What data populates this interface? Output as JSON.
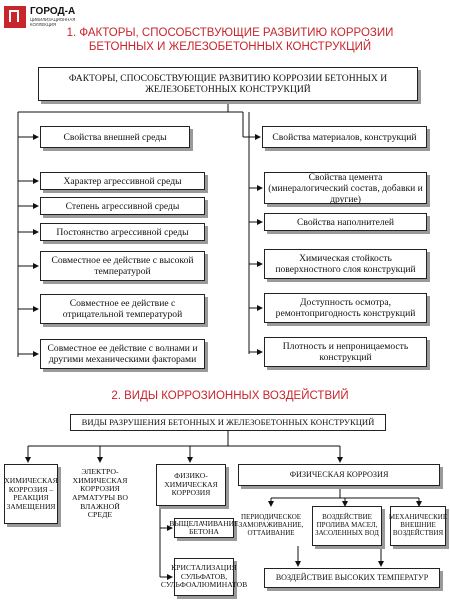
{
  "brand": {
    "name": "ГОРОД-А",
    "tagline": "ЦИВИЛИЗАЦИОННАЯ КОЛЛЕКЦИЯ"
  },
  "section1": {
    "title_line1": "1. ФАКТОРЫ, СПОСОБСТВУЮЩИЕ РАЗВИТИЮ КОРРОЗИИ",
    "title_line2": "БЕТОННЫХ И ЖЕЛЕЗОБЕТОННЫХ КОНСТРУКЦИЙ",
    "root": "ФАКТОРЫ, СПОСОБСТВУЮЩИЕ РАЗВИТИЮ КОРРОЗИИ БЕТОННЫХ И ЖЕЛЕЗОБЕТОННЫХ КОНСТРУКЦИЙ",
    "left_head": "Свойства внешней среды",
    "right_head": "Свойства материалов, конструкций",
    "left_items": [
      "Характер агрессивной среды",
      "Степень агрессивной среды",
      "Постоянство агрессивной среды",
      "Совместное ее действие с высокой температурой",
      "Совместное ее действие с отрицательной температурой",
      "Совместное ее действие с волнами и другими механическими факторами"
    ],
    "right_items": [
      "Свойства цемента (минералогический состав, добавки и другие)",
      "Свойства наполнителей",
      "Химическая стойкость поверхностного слоя конструкций",
      "Доступность осмотра, ремонтопригодность конструкций",
      "Плотность и непроницаемость конструкций"
    ]
  },
  "section2": {
    "title": "2. ВИДЫ КОРРОЗИОННЫХ ВОЗДЕЙСТВИЙ",
    "root": "ВИДЫ РАЗРУШЕНИЯ БЕТОННЫХ И ЖЕЛЕЗОБЕТОННЫХ КОНСТРУКЦИЙ",
    "chem": "ХИМИЧЕСКАЯ КОРРОЗИЯ – РЕАКЦИЯ ЗАМЕЩЕНИЯ",
    "electro": "ЭЛЕКТРО-ХИМИЧЕСКАЯ КОРРОЗИЯ АРМАТУРЫ ВО ВЛАЖНОЙ СРЕДЕ",
    "physchem": "ФИЗИКО-ХИМИЧЕСКАЯ КОРРОЗИЯ",
    "leach": "ВЫЩЕЛАЧИВАНИЕ БЕТОНА",
    "cryst": "КРИСТАЛИЗАЦИЯ СУЛЬФАТОВ, СУЛЬФОАЛЮМИНАТОВ",
    "phys": "ФИЗИЧЕСКАЯ КОРРОЗИЯ",
    "phys_items": [
      "ПЕРИОДИЧЕСКОЕ ЗАМОРАЖИВАНИЕ, ОТТАИВАНИЕ",
      "ВОЗДЕЙСТВИЕ ПРОЛИВА МАСЕЛ, ЗАСОЛЕННЫХ ВОД",
      "МЕХАНИЧЕСКИЕ ВНЕШНИЕ ВОЗДЕЙСТВИЯ"
    ],
    "high_temp": "ВОЗДЕЙСТВИЕ ВЫСОКИХ ТЕМПЕРАТУР"
  }
}
